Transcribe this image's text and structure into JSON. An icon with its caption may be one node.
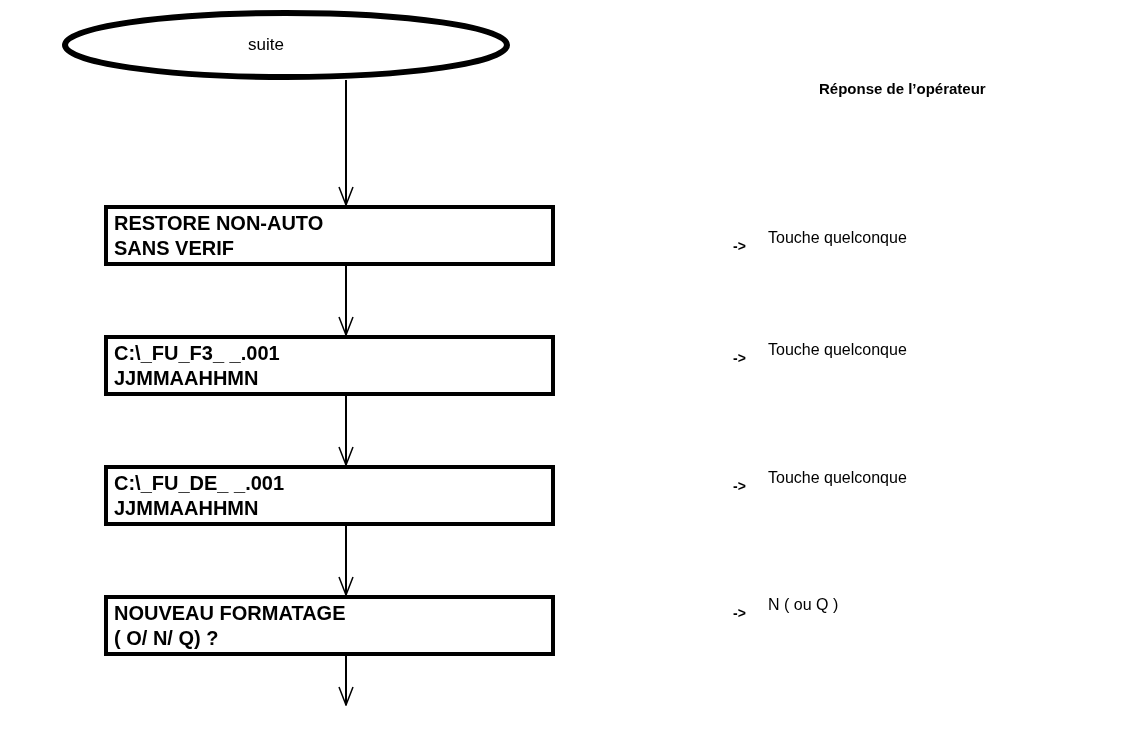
{
  "diagram": {
    "nodes": [
      {
        "text": [
          "suite"
        ]
      },
      {
        "text": [
          "RESTORE NON-AUTO",
          "SANS VERIF"
        ]
      },
      {
        "text": [
          "C:\\_FU_F3_ _.001",
          "JJMMAAHHMN"
        ]
      },
      {
        "text": [
          "C:\\_FU_DE_ _.001",
          "JJMMAAHHMN"
        ]
      },
      {
        "text": [
          "NOUVEAU FORMATAGE",
          "( O/ N/ Q) ?"
        ]
      }
    ],
    "edges": [
      {
        "from": 0,
        "to": 1,
        "arrow": "to"
      },
      {
        "from": 1,
        "to": 2,
        "arrow": "to"
      },
      {
        "from": 2,
        "to": 3,
        "arrow": "to"
      },
      {
        "from": 3,
        "to": 4,
        "arrow": "to"
      },
      {
        "from": 4,
        "to": null,
        "arrow": "to"
      }
    ],
    "labels": [
      "Réponse de l’opérateur",
      "->",
      "Touche quelconque",
      "->",
      "Touche quelconque",
      "->",
      "Touche quelconque",
      "->",
      "N ( ou Q )"
    ]
  }
}
